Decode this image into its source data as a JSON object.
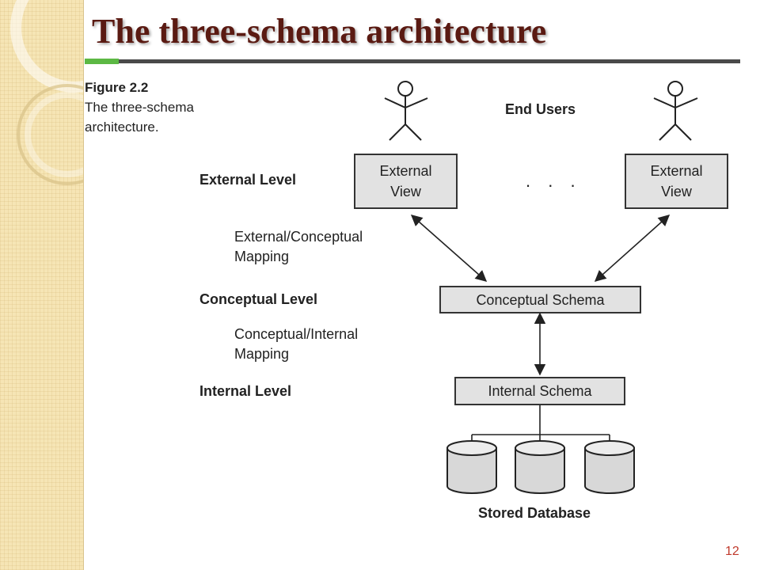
{
  "slide": {
    "title": "The three-schema architecture",
    "number": "12"
  },
  "figure": {
    "label": "Figure 2.2",
    "caption_line1": "The three-schema",
    "caption_line2": "architecture."
  },
  "levels": {
    "external": "External Level",
    "conceptual": "Conceptual Level",
    "internal": "Internal Level"
  },
  "mappings": {
    "ext_conc_line1": "External/Conceptual",
    "ext_conc_line2": "Mapping",
    "conc_int_line1": "Conceptual/Internal",
    "conc_int_line2": "Mapping"
  },
  "nodes": {
    "end_users": "End Users",
    "external_view_1_line1": "External",
    "external_view_1_line2": "View",
    "ellipsis": ". . .",
    "external_view_2_line1": "External",
    "external_view_2_line2": "View",
    "conceptual_schema": "Conceptual Schema",
    "internal_schema": "Internal Schema",
    "stored_database": "Stored Database"
  },
  "colors": {
    "title": "#5a1a12",
    "accent_green": "#5cb844",
    "rule_gray": "#4a4a4a",
    "box_fill": "#e2e2e2",
    "slide_number": "#c0392b",
    "sidebar": "#f6e5b5"
  }
}
